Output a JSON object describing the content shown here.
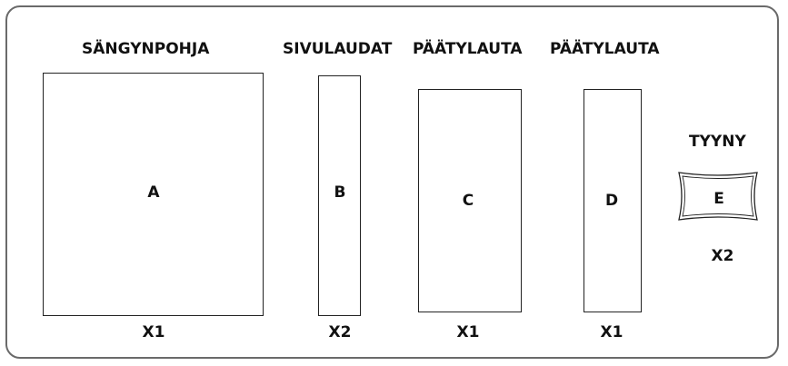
{
  "headings": {
    "bed_base": "SÄNGYNPOHJA",
    "side_boards": "SIVULAUDAT",
    "end_board_1": "PÄÄTYLAUTA",
    "end_board_2": "PÄÄTYLAUTA",
    "pillow": "TYYNY"
  },
  "parts": [
    {
      "letter": "A",
      "quantity": "X1"
    },
    {
      "letter": "B",
      "quantity": "X2"
    },
    {
      "letter": "C",
      "quantity": "X1"
    },
    {
      "letter": "D",
      "quantity": "X1"
    },
    {
      "letter": "E",
      "quantity": "X2"
    }
  ],
  "colors": {
    "line": "#222222",
    "frame": "#6a6a6a",
    "text": "#111111"
  }
}
